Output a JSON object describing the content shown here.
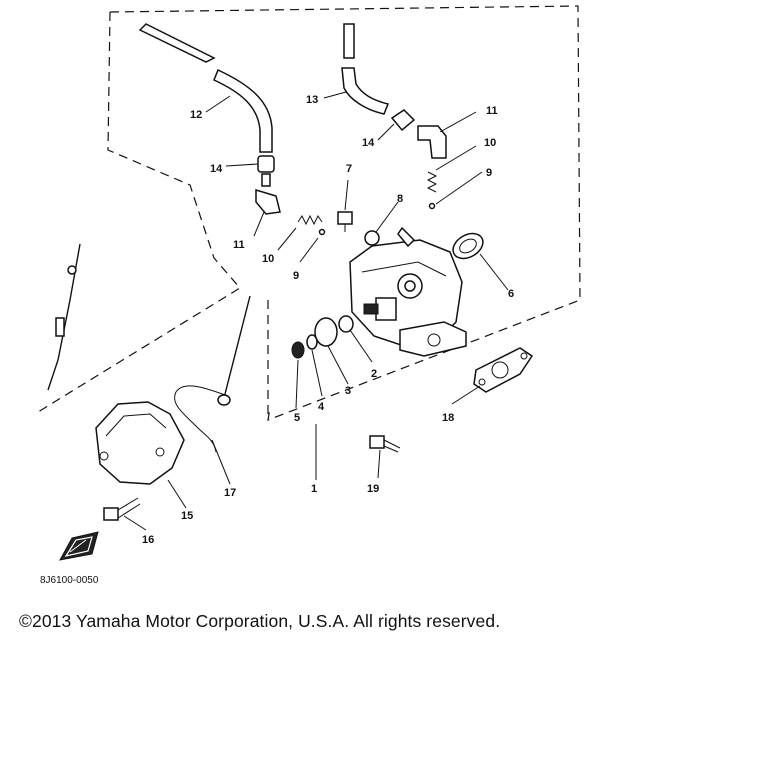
{
  "diagram": {
    "callouts": [
      "1",
      "2",
      "3",
      "4",
      "5",
      "6",
      "7",
      "8",
      "9",
      "9",
      "10",
      "10",
      "11",
      "11",
      "12",
      "13",
      "14",
      "14",
      "15",
      "16",
      "17",
      "18",
      "19"
    ],
    "drawing_code": "8J6100-0050"
  },
  "footer": {
    "copyright": "©2013 Yamaha Motor Corporation, U.S.A. All rights reserved."
  }
}
